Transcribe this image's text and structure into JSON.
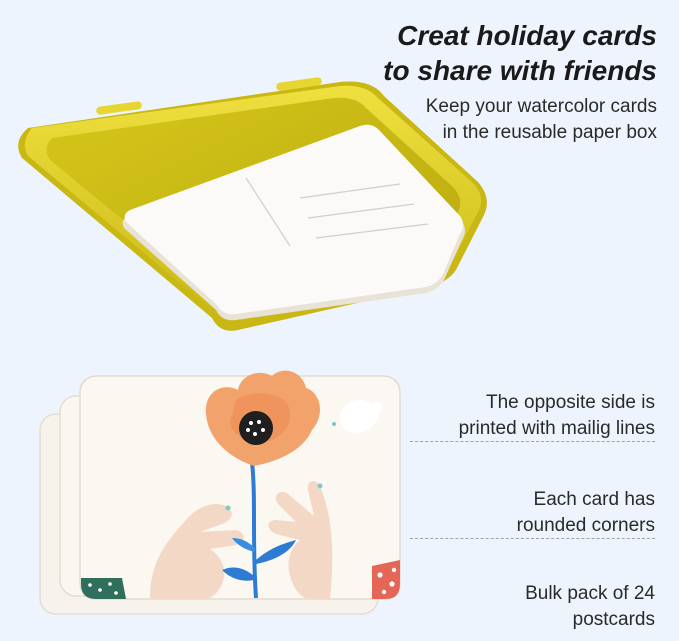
{
  "headline": {
    "line1": "Creat holiday cards",
    "line2": "to share with friends"
  },
  "subline": {
    "line1": "Keep your watercolor cards",
    "line2": "in the reusable paper box"
  },
  "features": [
    {
      "line1": "The opposite side is",
      "line2": "printed with mailig lines"
    },
    {
      "line1": "Each card has",
      "line2": "rounded corners"
    },
    {
      "line1": "Bulk pack of 24",
      "line2": "postcards"
    }
  ],
  "colors": {
    "background": "#eef4fd",
    "tin_yellow": "#e3d11f",
    "card_white": "#fbfaf8",
    "flower_orange": "#f2a26b"
  }
}
